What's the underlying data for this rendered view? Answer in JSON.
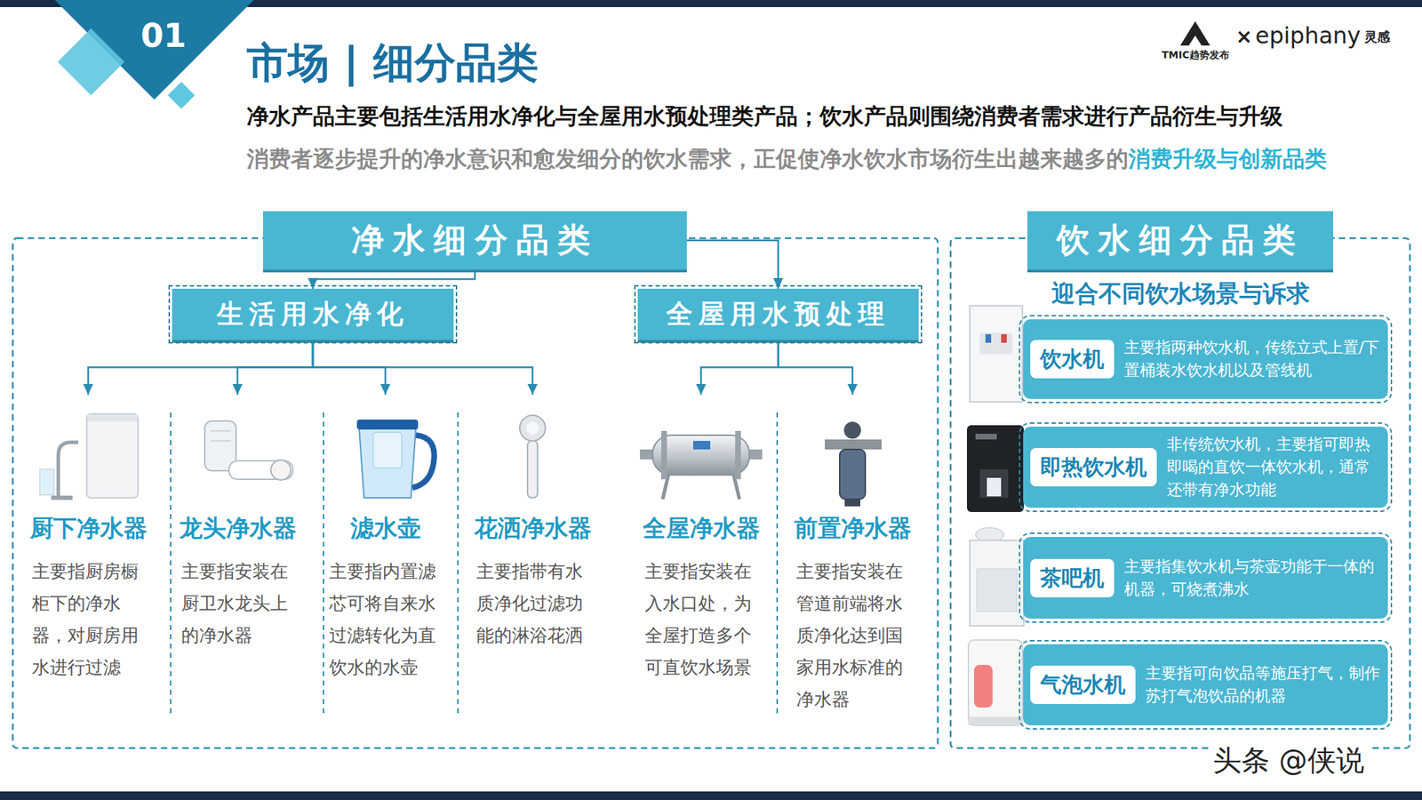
{
  "diagram": {
    "title": "市场 | 细分品类",
    "nodes": [
      {
        "text": [
          "净水细分品类"
        ]
      },
      {
        "text": [
          "生活用水净化"
        ]
      },
      {
        "text": [
          "全屋用水预处理"
        ]
      },
      {
        "text": [
          "厨下净水器",
          "主要指厨房橱柜下的净水器，对厨房用水进行过滤"
        ]
      },
      {
        "text": [
          "龙头净水器",
          "主要指安装在厨卫水龙头上的净水器"
        ]
      },
      {
        "text": [
          "滤水壶",
          "主要指内置滤芯可将自来水过滤转化为直饮水的水壶"
        ]
      },
      {
        "text": [
          "花洒净水器",
          "主要指带有水质净化过滤功能的淋浴花洒"
        ]
      },
      {
        "text": [
          "全屋净水器",
          "主要指安装在入水口处，为全屋打造多个可直饮水场景"
        ]
      },
      {
        "text": [
          "前置净水器",
          "主要指安装在管道前端将水质净化达到国家用水标准的净水器"
        ]
      },
      {
        "text": [
          "饮水细分品类"
        ]
      },
      {
        "text": [
          "饮水机",
          "主要指两种饮水机，传统立式上置/下置桶装水饮水机以及管线机"
        ]
      },
      {
        "text": [
          "即热饮水机",
          "非传统饮水机，主要指可即热即喝的直饮一体饮水机，通常还带有净水功能"
        ]
      },
      {
        "text": [
          "茶吧机",
          "主要指集饮水机与茶壶功能于一体的机器，可烧煮沸水"
        ]
      },
      {
        "text": [
          "气泡水机",
          "主要指可向饮品等施压打气，制作苏打气泡饮品的机器"
        ]
      }
    ],
    "edges": [
      {
        "from": 0,
        "to": 1,
        "arrow": "to"
      },
      {
        "from": 0,
        "to": 2,
        "arrow": "to"
      },
      {
        "from": 1,
        "to": 3,
        "arrow": "to"
      },
      {
        "from": 1,
        "to": 4,
        "arrow": "to"
      },
      {
        "from": 1,
        "to": 5,
        "arrow": "to"
      },
      {
        "from": 1,
        "to": 6,
        "arrow": "to"
      },
      {
        "from": 2,
        "to": 7,
        "arrow": "to"
      },
      {
        "from": 2,
        "to": 8,
        "arrow": "to"
      }
    ],
    "labels": [
      "01",
      "TMIC趋势发布",
      "×",
      "epiphany",
      "灵感",
      "净水产品主要包括生活用水净化与全屋用水预处理类产品；饮水产品则围绕消费者需求进行产品衍生与升级",
      "消费者逐步提升的净水意识和愈发细分的饮水需求，正促使净水饮水市场衍生出越来越多的",
      "消费升级与创新品类",
      "迎合不同饮水场景与诉求",
      "头条 @侠说"
    ]
  }
}
